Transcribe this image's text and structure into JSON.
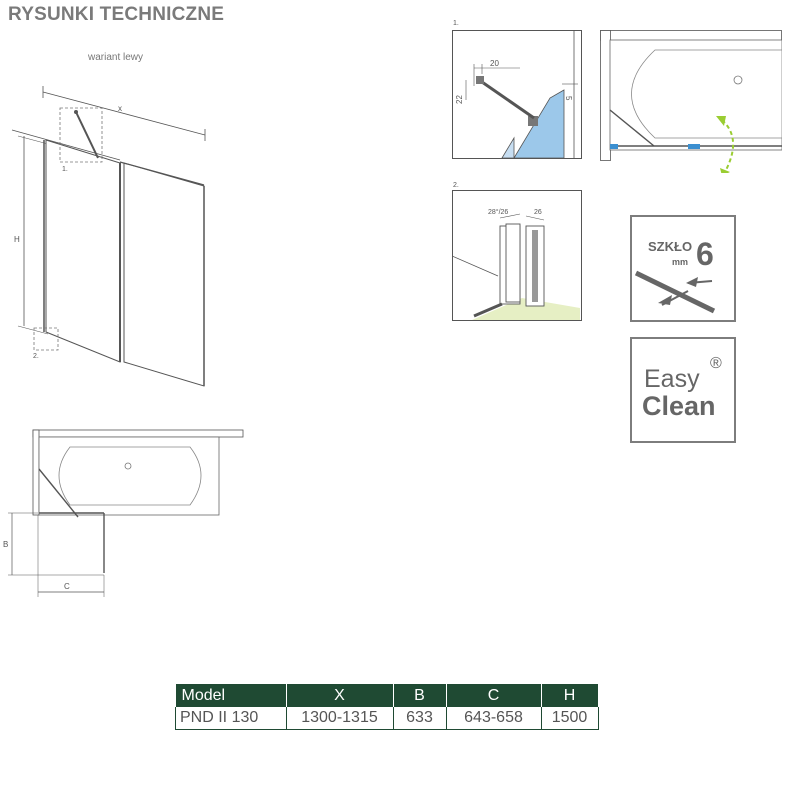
{
  "header": {
    "title": "RYSUNKI TECHNICZNE",
    "variant": "wariant lewy"
  },
  "main_drawing": {
    "dim_x": "x",
    "dim_h": "H",
    "detail_1": "1.",
    "detail_2": "2."
  },
  "plan_drawing": {
    "dim_b": "B",
    "dim_c": "C"
  },
  "detail_1": {
    "number": "1.",
    "dim_top": "20",
    "dim_left": "22",
    "dim_right": "5"
  },
  "detail_2": {
    "number": "2.",
    "dim_left": "28°/26",
    "dim_right": "26"
  },
  "badges": {
    "glass_label": "SZKŁO",
    "glass_unit": "mm",
    "glass_thickness": "6",
    "easy_clean_line1": "Easy",
    "easy_clean_line2": "Clean",
    "registered_mark": "®"
  },
  "spec_table": {
    "headers": [
      "Model",
      "X",
      "B",
      "C",
      "H"
    ],
    "rows": [
      [
        "PND II 130",
        "1300-1315",
        "633",
        "643-658",
        "1500"
      ]
    ]
  },
  "colors": {
    "table_header": "#1f4a33",
    "glass_blue": "#9cc8ea",
    "arrow_green": "#9acd32",
    "seal_blue": "#3b8fd0",
    "floor_green": "#e6efc4"
  }
}
